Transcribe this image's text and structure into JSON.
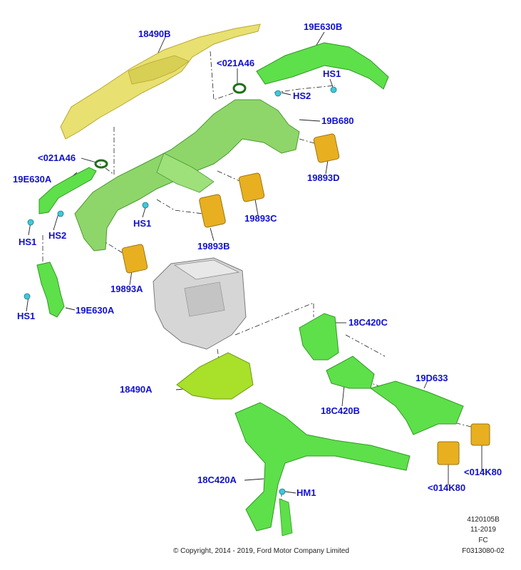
{
  "colors": {
    "callout_text": "#1010d0",
    "duct_green": "#5ee04a",
    "duct_green_dark": "#2e9a22",
    "panel_yellow": "#e8e070",
    "outlet_orange": "#e8b020",
    "heater_grey": "#cfcfcf",
    "leader": "#222222"
  },
  "callouts": [
    {
      "id": "c1",
      "label": "18490B"
    },
    {
      "id": "c2",
      "label": "19E630B"
    },
    {
      "id": "c3",
      "label": "<021A46"
    },
    {
      "id": "c4",
      "label": "HS1"
    },
    {
      "id": "c5",
      "label": "HS2"
    },
    {
      "id": "c6",
      "label": "19B680"
    },
    {
      "id": "c7",
      "label": "<021A46"
    },
    {
      "id": "c8",
      "label": "19E630A"
    },
    {
      "id": "c9",
      "label": "19893D"
    },
    {
      "id": "c10",
      "label": "HS1"
    },
    {
      "id": "c11",
      "label": "19893C"
    },
    {
      "id": "c12",
      "label": "HS2"
    },
    {
      "id": "c13",
      "label": "HS1"
    },
    {
      "id": "c14",
      "label": "19893B"
    },
    {
      "id": "c15",
      "label": "19893A"
    },
    {
      "id": "c16",
      "label": "HS1"
    },
    {
      "id": "c17",
      "label": "19E630A"
    },
    {
      "id": "c18",
      "label": "18C420C"
    },
    {
      "id": "c19",
      "label": "19D633"
    },
    {
      "id": "c20",
      "label": "18490A"
    },
    {
      "id": "c21",
      "label": "18C420B"
    },
    {
      "id": "c22",
      "label": "<014K80"
    },
    {
      "id": "c23",
      "label": "18C420A"
    },
    {
      "id": "c24",
      "label": "<014K80"
    },
    {
      "id": "c25",
      "label": "HM1"
    }
  ],
  "footer": {
    "copyright": "© Copyright, 2014 - 2019, Ford Motor Company Limited",
    "ref_code": "4120105B",
    "date": "11-2019",
    "market": "FC",
    "figure_id": "F0313080-02"
  }
}
